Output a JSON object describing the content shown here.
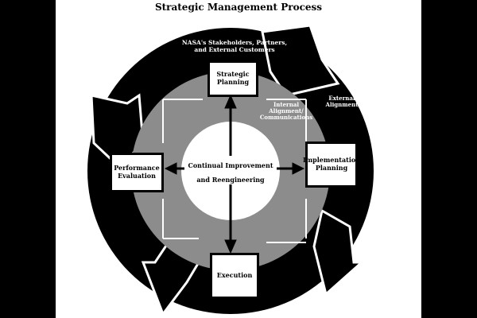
{
  "title": "Strategic Management Process",
  "outer_label": [
    "NASA's Stakeholders, Partners,",
    "and External Customers"
  ],
  "external_label": [
    "External",
    "Alignment"
  ],
  "internal_label": [
    "Internal",
    "Alignment/",
    "Communications"
  ],
  "center_label": [
    "Continual Improvement",
    "and Reengineering"
  ],
  "boxes": {
    "strategic": [
      "Strategic",
      "Planning"
    ],
    "implementation": [
      "Implementation",
      "Planning"
    ],
    "execution": "Execution",
    "performance": [
      "Performance",
      "Evaluation"
    ]
  },
  "colors": {
    "ring": "#000000",
    "inner_ring": "#8c8c8c",
    "background": "#ffffff"
  }
}
